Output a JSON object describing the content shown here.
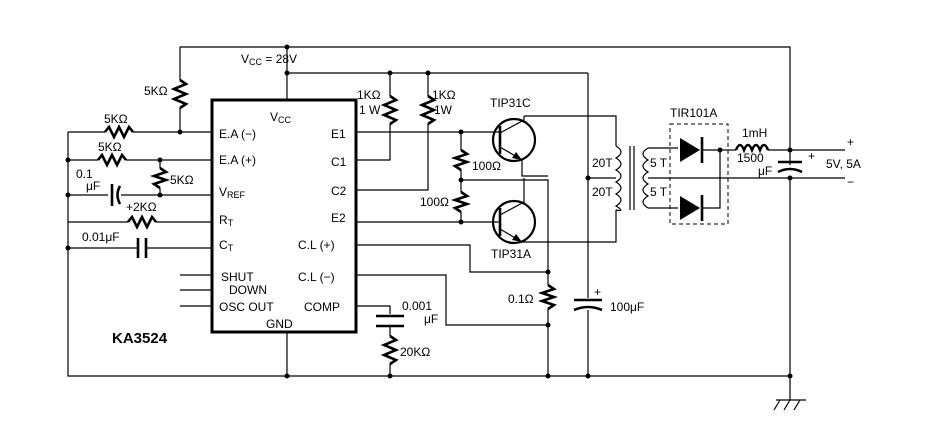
{
  "ic": {
    "name": "KA3524",
    "left_pins": [
      "E.A (−)",
      "E.A (+)",
      "VREF",
      "RT",
      "CT",
      "SHUT",
      "DOWN",
      "OSC OUT"
    ],
    "right_pins": [
      "E1",
      "C1",
      "C2",
      "E2",
      "C.L (+)",
      "C.L (−)",
      "COMP"
    ],
    "top_pin": "VCC",
    "bottom_pin": "GND"
  },
  "supply": {
    "label": "VCC = 28V"
  },
  "components": {
    "r_5k_top": "5KΩ",
    "r_5k_ea_minus": "5KΩ",
    "r_5k_ea_plus": "5KΩ",
    "r_5k_vref": "5KΩ",
    "c_01_value": "0.1",
    "c_01_unit": "μF",
    "r_2k": "+2KΩ",
    "c_001": "0.01μF",
    "r_1k_a_value": "1KΩ",
    "r_1k_a_power": "1 W",
    "r_1k_b_value": "1KΩ",
    "r_1k_b_power": "1W",
    "q1": "TIP31C",
    "q2": "TIP31A",
    "r_100_a": "100Ω",
    "r_100_b": "100Ω",
    "r_01": "0.1Ω",
    "c_0001_value": "0.001",
    "c_0001_unit": "μF",
    "r_20k": "20KΩ",
    "c_100u": "100μF",
    "xfmr_p1": "20T",
    "xfmr_p2": "20T",
    "xfmr_s1": "5 T",
    "xfmr_s2": "5 T",
    "diode": "TIR101A",
    "inductor": "1mH",
    "c_1500_value": "1500",
    "c_1500_unit": "μF",
    "c_1500_pol": "+",
    "out_plus": "+",
    "out_minus": "−",
    "output": "5V, 5A",
    "c_100u_pol": "+"
  }
}
